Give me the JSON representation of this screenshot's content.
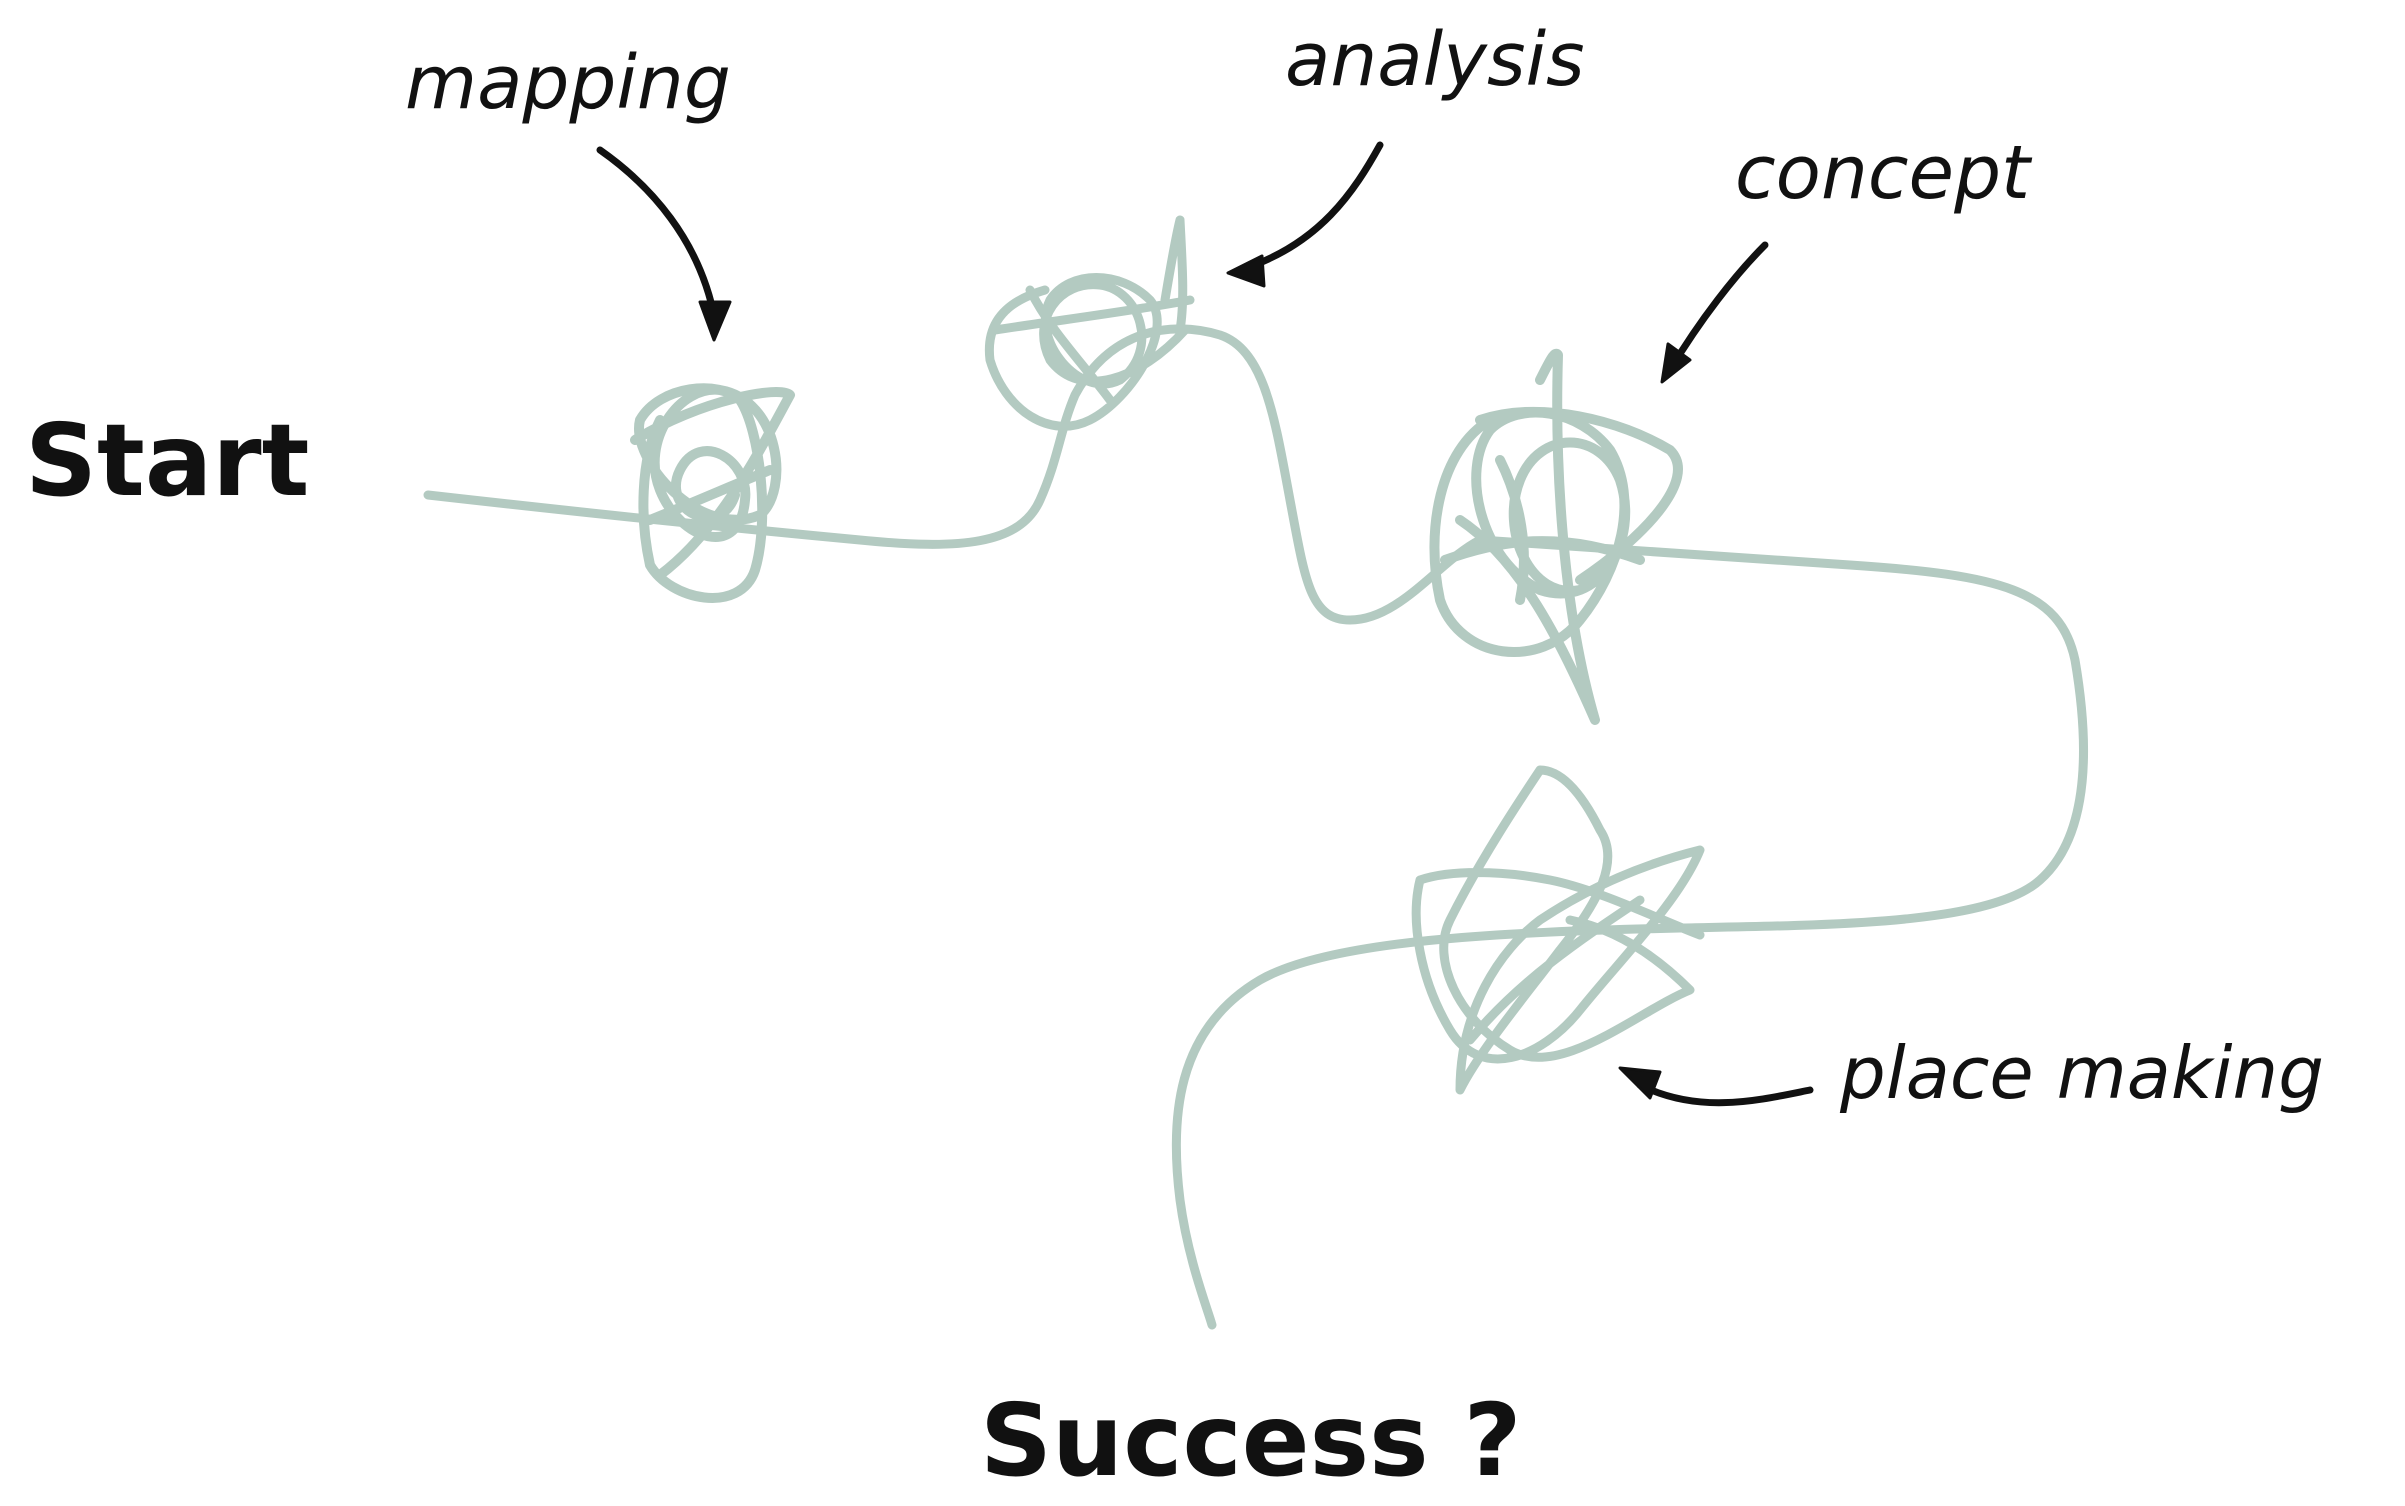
{
  "colors": {
    "thread": "#b3cac1",
    "ink": "#111111",
    "background": "#ffffff"
  },
  "diagram": {
    "start_label": "Start",
    "end_label": "Success ?",
    "stages": [
      {
        "id": "mapping",
        "label": "mapping"
      },
      {
        "id": "analysis",
        "label": "analysis"
      },
      {
        "id": "concept",
        "label": "concept"
      },
      {
        "id": "place-making",
        "label": "place making"
      }
    ]
  }
}
